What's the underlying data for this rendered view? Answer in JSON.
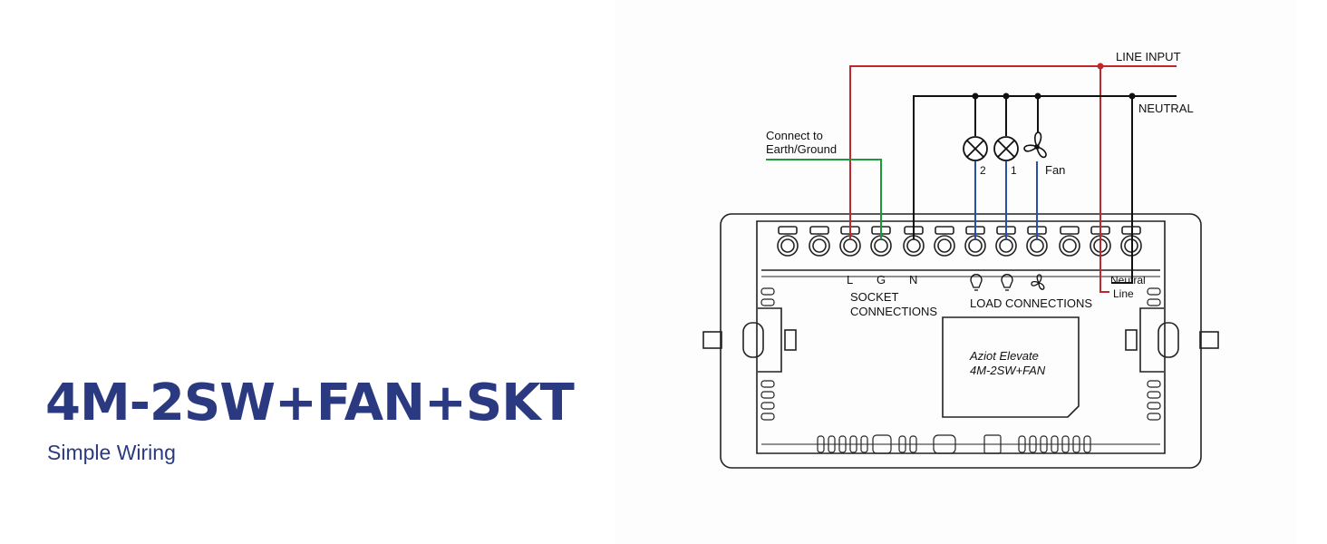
{
  "heading": {
    "title": "4M-2SW+FAN+SKT",
    "subtitle": "Simple Wiring"
  },
  "diagram": {
    "line_input": "LINE INPUT",
    "neutral": "NEUTRAL",
    "earth_line1": "Connect to",
    "earth_line2": "Earth/Ground",
    "load_2": "2",
    "load_1": "1",
    "load_fan": "Fan",
    "term_L": "L",
    "term_G": "G",
    "term_N": "N",
    "socket_line1": "SOCKET",
    "socket_line2": "CONNECTIONS",
    "load_connections": "LOAD CONNECTIONS",
    "neutral_term": "Neutral",
    "line_term": "Line",
    "product_line1": "Aziot Elevate",
    "product_line2": "4M-2SW+FAN",
    "icons": [
      "bulb-icon",
      "bulb-icon",
      "fan-icon"
    ]
  },
  "colors": {
    "title": "#2b3a80",
    "line_wire": "#c0272d",
    "earth_wire": "#1a9a3a",
    "load_wire": "#2a4fa8",
    "neutral_wire": "#111111"
  }
}
